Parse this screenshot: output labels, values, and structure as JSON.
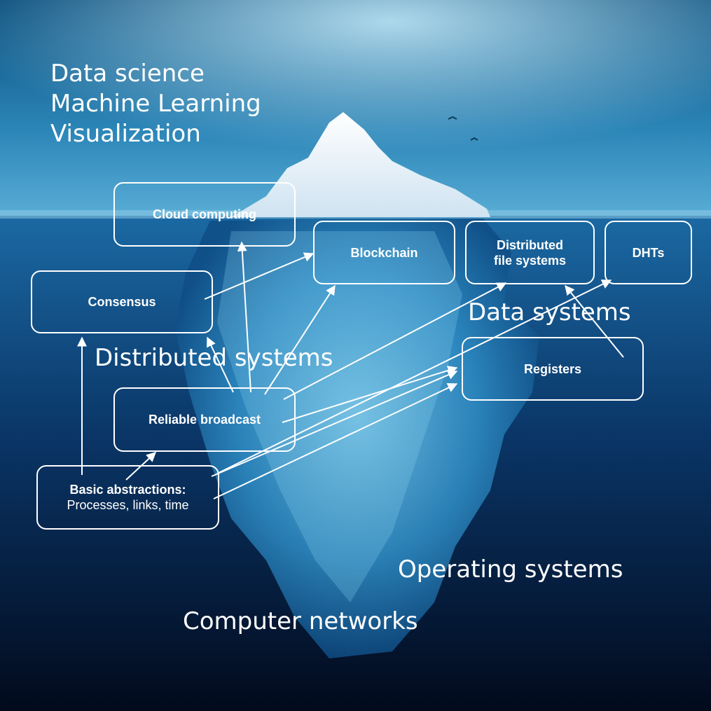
{
  "colors": {
    "sky_top": "#0e5f8f",
    "sky_light": "#6fc2e3",
    "ocean_surface": "#1a66a0",
    "ocean_deep": "#020b1f",
    "ice_white": "#f2f7fb",
    "ice_blue": "#5fb3e0",
    "text": "#ffffff"
  },
  "topics_above_water": [
    "Data science",
    "Machine Learning",
    "Visualization"
  ],
  "area_labels": {
    "data_systems": "Data systems",
    "distributed_systems": "Distributed systems",
    "operating_systems": "Operating systems",
    "computer_networks": "Computer networks"
  },
  "boxes": {
    "cloud_computing": "Cloud computing",
    "blockchain": "Blockchain",
    "dfs_line1": "Distributed",
    "dfs_line2": "file systems",
    "dhts": "DHTs",
    "consensus": "Consensus",
    "registers": "Registers",
    "reliable_broadcast": "Reliable broadcast",
    "basic_title": "Basic abstractions:",
    "basic_sub": "Processes, links, time"
  }
}
